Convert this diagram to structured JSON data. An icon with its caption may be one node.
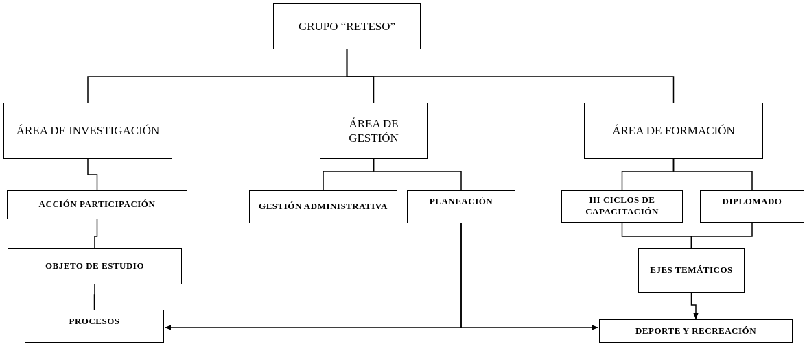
{
  "diagram": {
    "nodes": [
      {
        "text": [
          "GRUPO “RETESO”"
        ]
      },
      {
        "text": [
          "ÁREA DE INVESTIGACIÓN"
        ]
      },
      {
        "text": [
          "ÁREA DE GESTIÓN"
        ]
      },
      {
        "text": [
          "ÁREA DE FORMACIÓN"
        ]
      },
      {
        "text": [
          "ACCIÓN PARTICIPACIÓN"
        ]
      },
      {
        "text": [
          "GESTIÓN ADMINISTRATIVA"
        ]
      },
      {
        "text": [
          "PLANEACIÓN"
        ]
      },
      {
        "text": [
          "III CICLOS DE CAPACITACIÓN"
        ]
      },
      {
        "text": [
          "DIPLOMADO"
        ]
      },
      {
        "text": [
          "OBJETO DE ESTUDIO"
        ]
      },
      {
        "text": [
          "EJES TEMÁTICOS"
        ]
      },
      {
        "text": [
          "PROCESOS"
        ]
      },
      {
        "text": [
          "DEPORTE Y RECREACIÓN"
        ]
      }
    ],
    "edges": [
      {
        "from": 0,
        "to": 1,
        "arrow": "none"
      },
      {
        "from": 0,
        "to": 2,
        "arrow": "none"
      },
      {
        "from": 0,
        "to": 3,
        "arrow": "none"
      },
      {
        "from": 1,
        "to": 4,
        "arrow": "none"
      },
      {
        "from": 2,
        "to": 5,
        "arrow": "none"
      },
      {
        "from": 2,
        "to": 6,
        "arrow": "none"
      },
      {
        "from": 3,
        "to": 7,
        "arrow": "none"
      },
      {
        "from": 3,
        "to": 8,
        "arrow": "none"
      },
      {
        "from": 4,
        "to": 9,
        "arrow": "none"
      },
      {
        "from": 7,
        "to": 10,
        "arrow": "none"
      },
      {
        "from": 8,
        "to": 10,
        "arrow": "none"
      },
      {
        "from": 9,
        "to": 11,
        "arrow": "none"
      },
      {
        "from": 10,
        "to": 12,
        "arrow": "to"
      },
      {
        "from": 6,
        "to": 11,
        "arrow": "to"
      },
      {
        "from": 6,
        "to": 12,
        "arrow": "to"
      }
    ]
  }
}
